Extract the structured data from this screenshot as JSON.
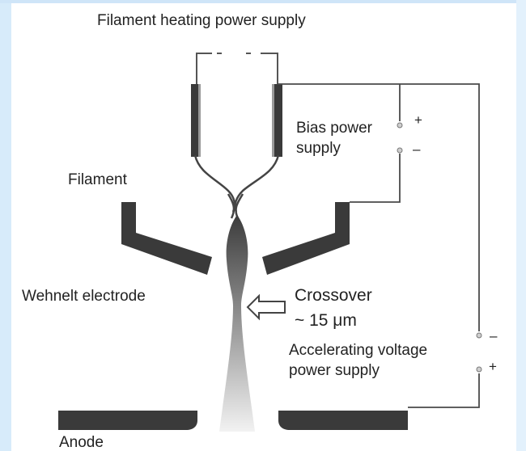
{
  "labels": {
    "filament_power": "Filament heating power supply",
    "bias_power_line1": "Bias power",
    "bias_power_line2": "supply",
    "bias_plus": "+",
    "bias_minus": "–",
    "filament": "Filament",
    "wehnelt": "Wehnelt electrode",
    "crossover_line1": "Crossover",
    "crossover_line2": "~ 15 μm",
    "accel_line1": "Accelerating voltage",
    "accel_line2": "power supply",
    "accel_minus": "–",
    "accel_plus": "+",
    "anode": "Anode"
  },
  "colors": {
    "background": "#d7ebfa",
    "panel": "#ffffff",
    "electrode": "#3a3a3a",
    "wire": "#4a4a4a",
    "text": "#222222"
  },
  "icons": {
    "crossover_arrow": "hollow-left-arrow-icon"
  }
}
